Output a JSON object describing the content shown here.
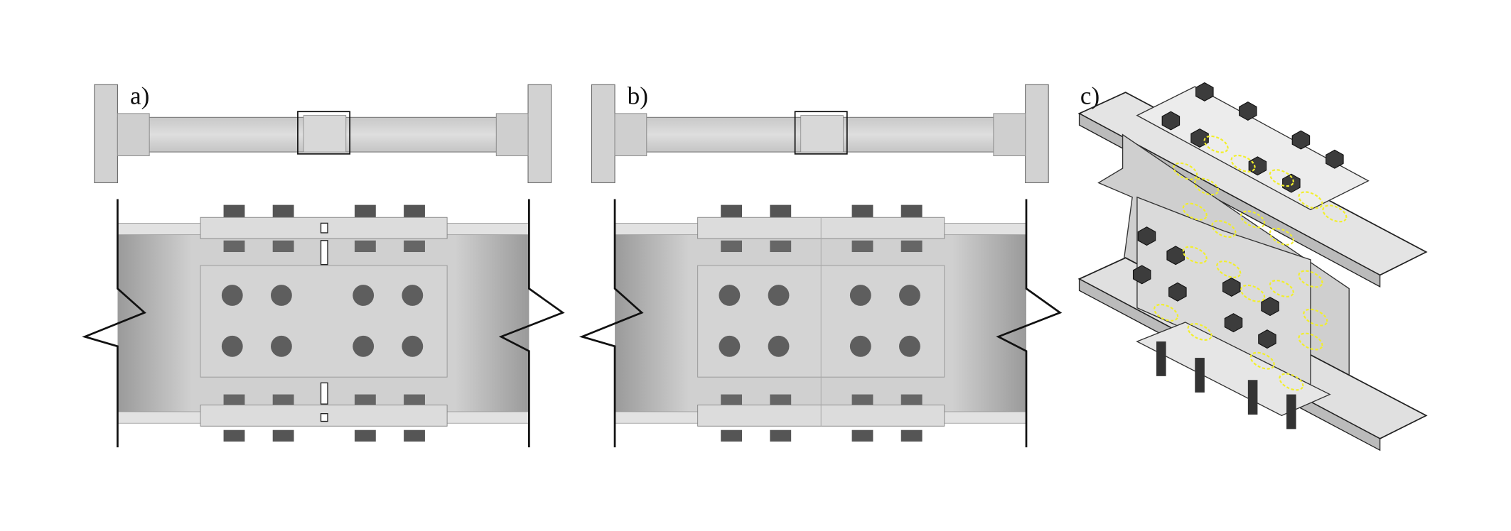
{
  "panels": [
    {
      "label": "a)",
      "variant": "with-gap"
    },
    {
      "label": "b)",
      "variant": "no-gap"
    },
    {
      "label": "c)",
      "variant": "isometric"
    }
  ],
  "colors": {
    "steel": "#d6d6d6",
    "bolt": "#555555",
    "outline": "#111111",
    "highlight": "#f2ef2a"
  }
}
